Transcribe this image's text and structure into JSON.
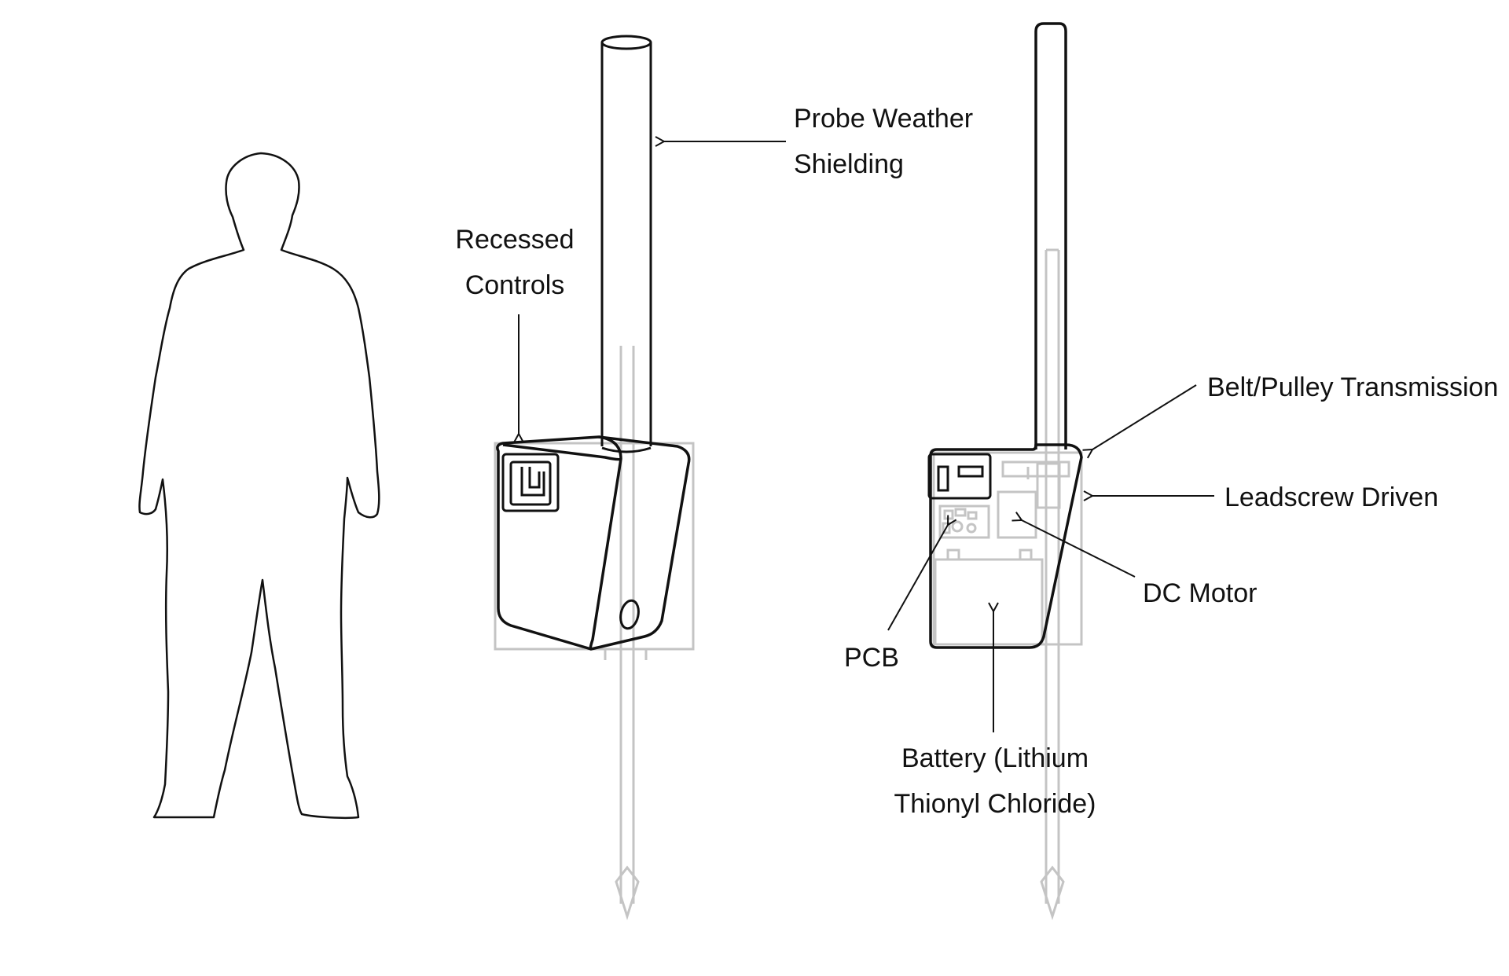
{
  "labels": {
    "probe_weather_shielding": [
      "Probe Weather",
      "Shielding"
    ],
    "recessed_controls": [
      "Recessed",
      "Controls"
    ],
    "belt_pulley_transmission": "Belt/Pulley Transmission",
    "leadscrew_driven": "Leadscrew Driven",
    "dc_motor": "DC Motor",
    "pcb": "PCB",
    "battery": [
      "Battery (Lithium",
      "Thionyl Chloride)"
    ]
  },
  "colors": {
    "outline": "#111111",
    "ghost": "#c4c4c4",
    "background": "#ffffff"
  },
  "icons": {
    "human": "human-silhouette-icon",
    "arrow": "arrow-icon"
  }
}
